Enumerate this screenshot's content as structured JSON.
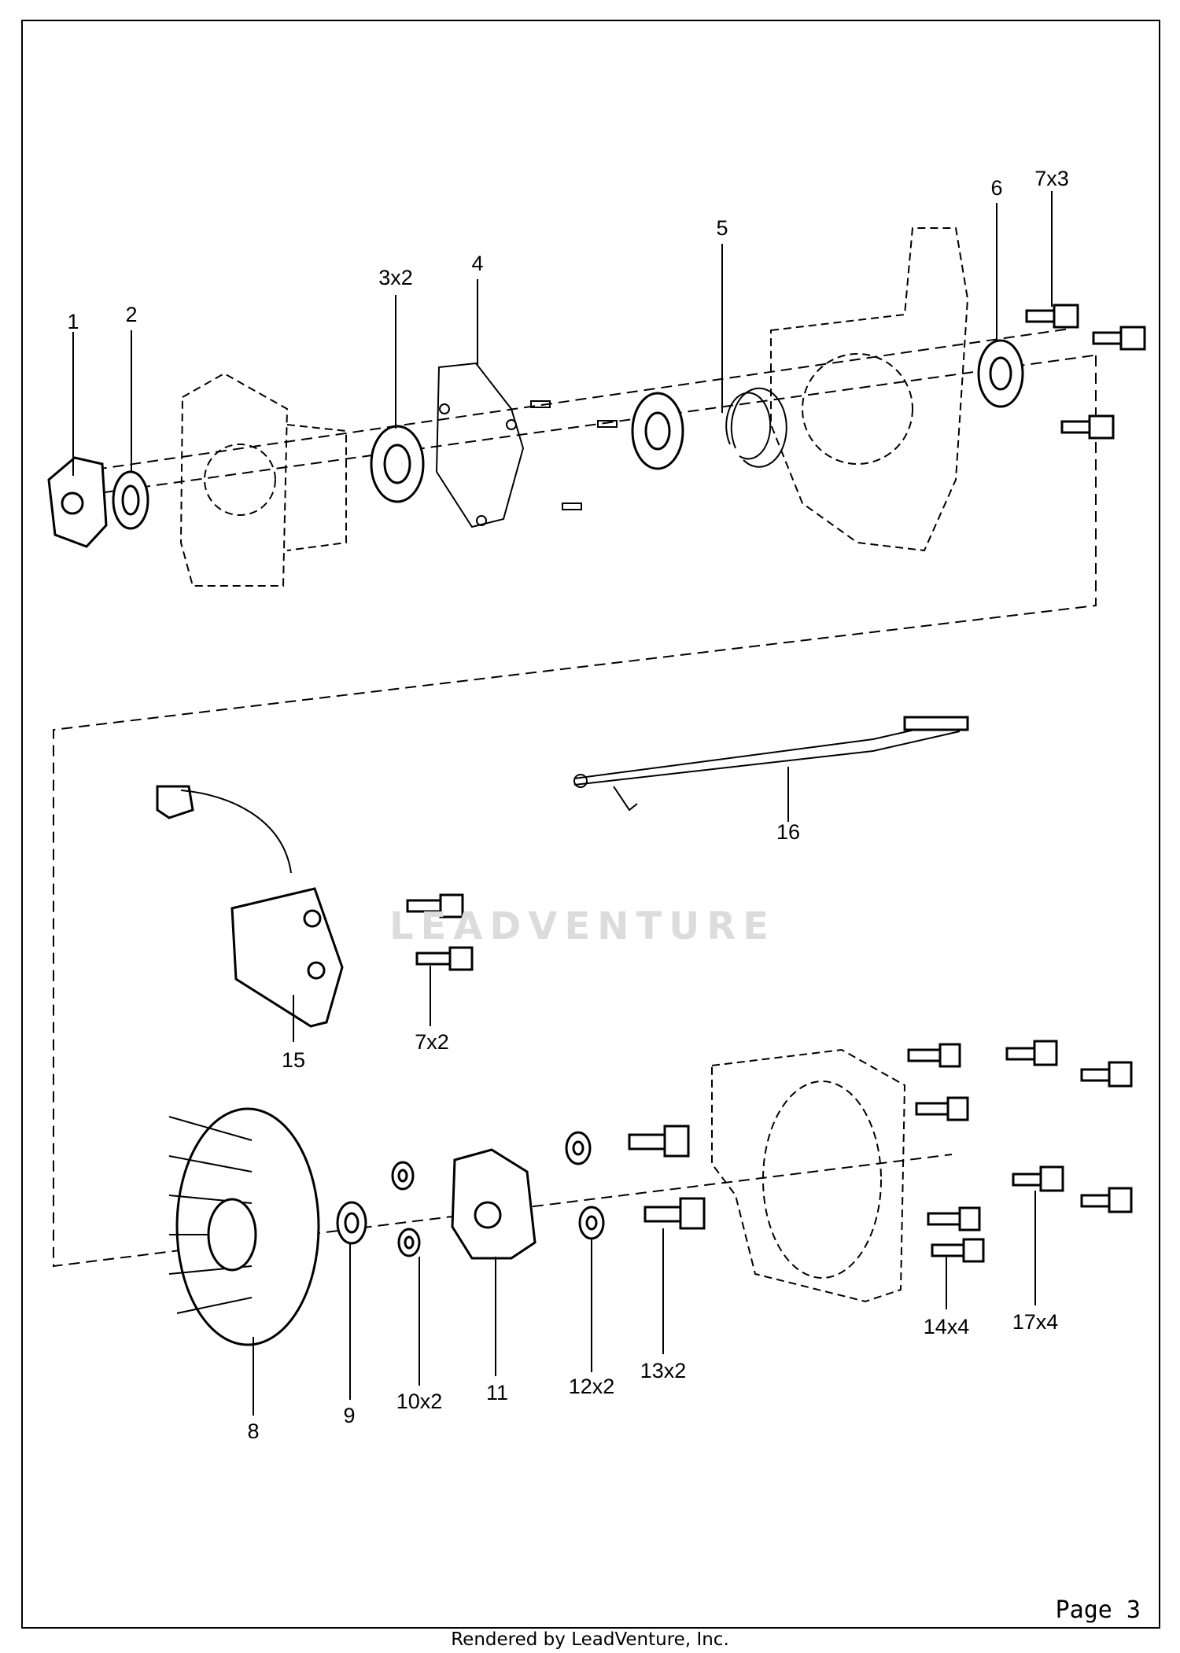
{
  "labels": {
    "p1": "1",
    "p2": "2",
    "p3": "3x2",
    "p4": "4",
    "p5": "5",
    "p6": "6",
    "p7a": "7x3",
    "p7b": "7x2",
    "p8": "8",
    "p9": "9",
    "p10": "10x2",
    "p11": "11",
    "p12": "12x2",
    "p13": "13x2",
    "p14": "14x4",
    "p15": "15",
    "p16": "16",
    "p17": "17x4"
  },
  "watermark": "LEADVENTURE",
  "page_label": "Page 3",
  "footer": "Rendered by LeadVenture, Inc."
}
